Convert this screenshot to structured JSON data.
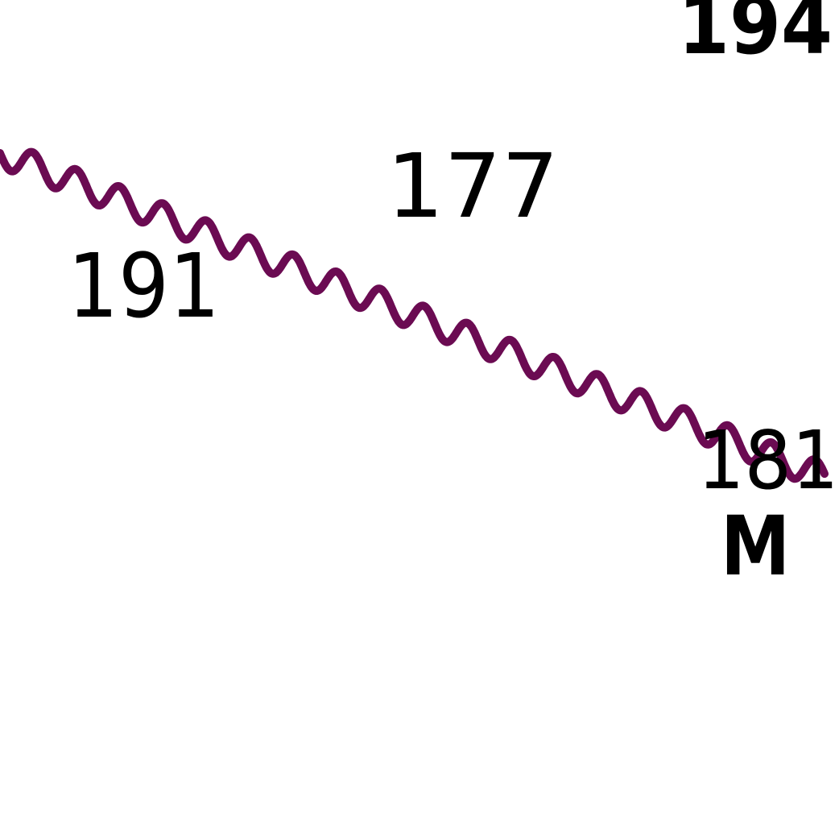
{
  "map": {
    "colors": {
      "background": "#ffffff",
      "label": "#000000",
      "boundary": "#6b0b52"
    },
    "labels": {
      "n194": "194",
      "n177": "177",
      "n191": "191",
      "n181": "181",
      "marker": "M"
    },
    "features": {
      "boundary_line": "wavy-boundary-line"
    }
  }
}
